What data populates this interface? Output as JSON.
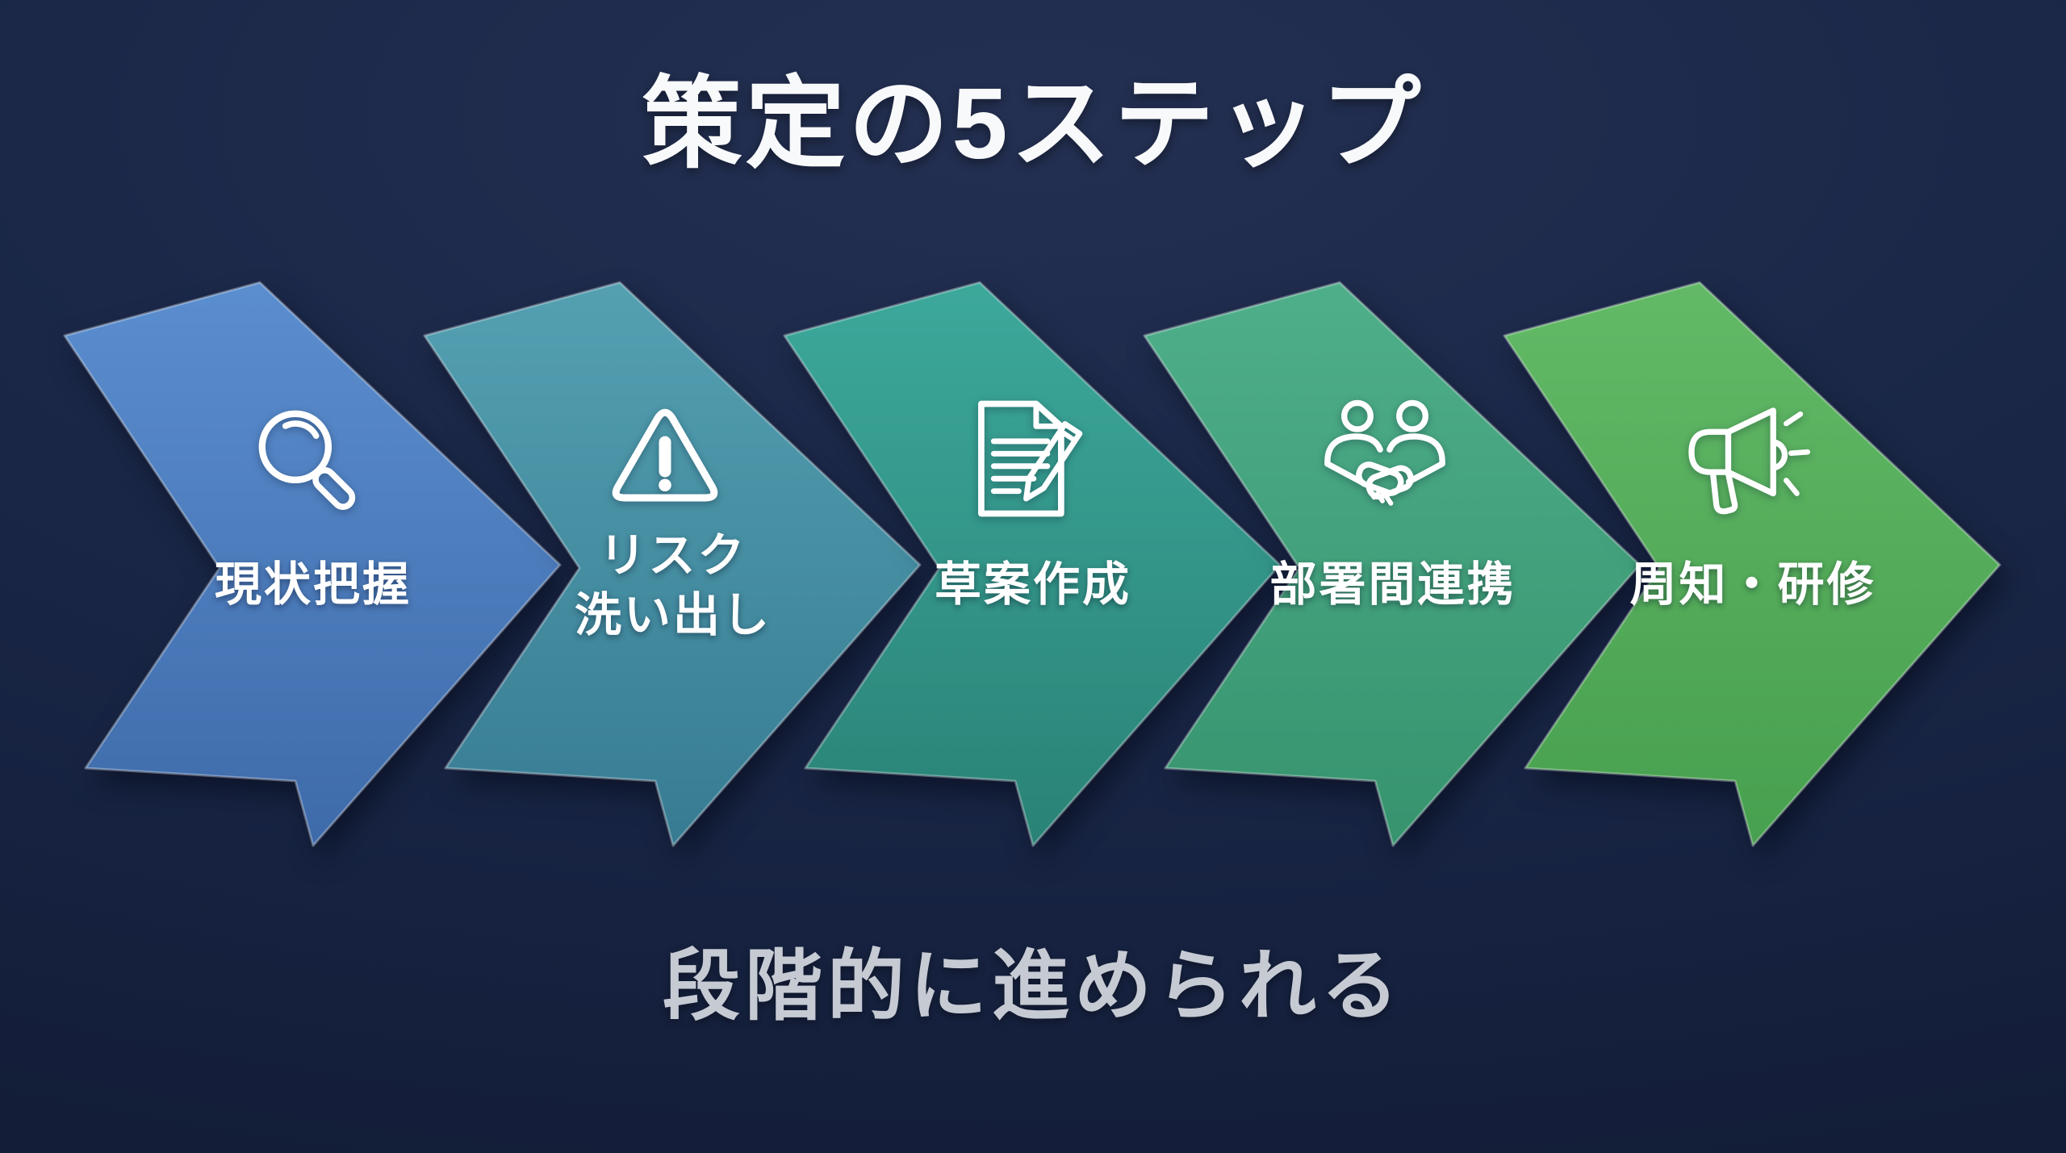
{
  "title": "策定の5ステップ",
  "subtitle": "段階的に進められる",
  "steps": [
    {
      "lines": [
        "現状把握"
      ],
      "icon": "search-icon",
      "color_top": "#5b8ecf",
      "color_bottom": "#3e6aa9"
    },
    {
      "lines": [
        "リスク",
        "洗い出し"
      ],
      "icon": "warning-triangle-icon",
      "color_top": "#54a0b1",
      "color_bottom": "#377b92"
    },
    {
      "lines": [
        "草案作成"
      ],
      "icon": "document-pencil-icon",
      "color_top": "#3ca89b",
      "color_bottom": "#2a8276"
    },
    {
      "lines": [
        "部署間連携"
      ],
      "icon": "handshake-icon",
      "color_top": "#4faf8a",
      "color_bottom": "#36936e"
    },
    {
      "lines": [
        "周知・研修"
      ],
      "icon": "megaphone-icon",
      "color_top": "#62b966",
      "color_bottom": "#47a04f"
    }
  ],
  "colors": {
    "background": "#182442",
    "background_highlight": "#243052",
    "title_text": "#f8f9fb",
    "subtitle_text": "#c6cad3",
    "step_label_text": "#ffffff",
    "icon_stroke": "#ffffff"
  }
}
